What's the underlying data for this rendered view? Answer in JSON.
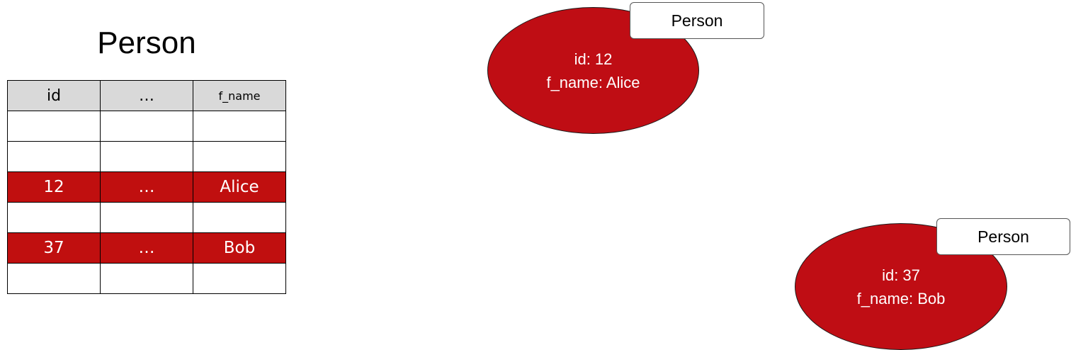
{
  "table": {
    "title": "Person",
    "headers": [
      "id",
      "…",
      "f_name"
    ],
    "rows": [
      {
        "id": "",
        "mid": "",
        "f_name": "",
        "highlighted": false
      },
      {
        "id": "",
        "mid": "",
        "f_name": "",
        "highlighted": false
      },
      {
        "id": "12",
        "mid": "…",
        "f_name": "Alice",
        "highlighted": true
      },
      {
        "id": "",
        "mid": "",
        "f_name": "",
        "highlighted": false
      },
      {
        "id": "37",
        "mid": "…",
        "f_name": "Bob",
        "highlighted": true
      },
      {
        "id": "",
        "mid": "",
        "f_name": "",
        "highlighted": false
      }
    ]
  },
  "nodes": [
    {
      "label": "Person",
      "line1": "id: 12",
      "line2": "f_name: Alice"
    },
    {
      "label": "Person",
      "line1": "id: 37",
      "line2": "f_name: Bob"
    }
  ],
  "colors": {
    "highlight_row": "#c00f0f",
    "node_fill": "#bf0d14",
    "header_fill": "#d9d9d9"
  }
}
